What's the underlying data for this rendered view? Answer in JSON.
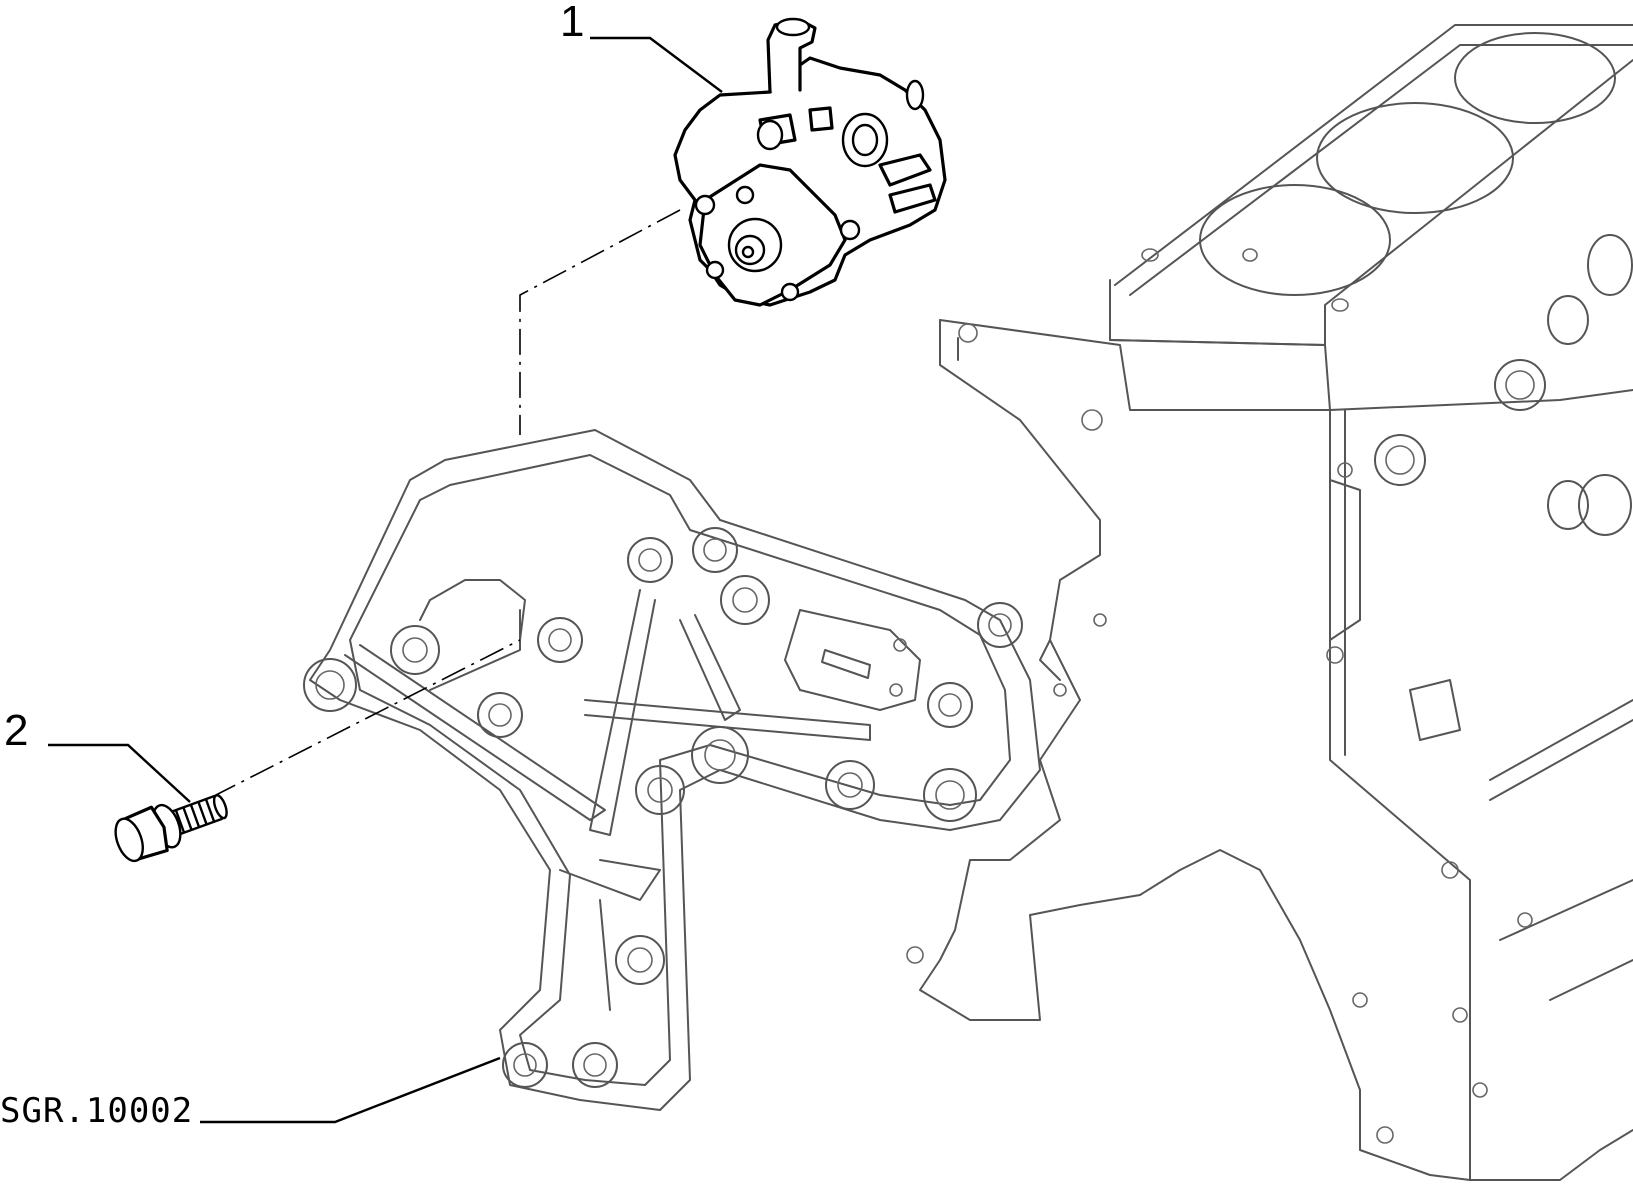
{
  "callouts": [
    {
      "id": "1",
      "label": "1"
    },
    {
      "id": "2",
      "label": "2"
    }
  ],
  "reference_code": "SGR.10002",
  "colors": {
    "line": "#000000",
    "ghost_line": "#555555",
    "background": "#ffffff"
  }
}
